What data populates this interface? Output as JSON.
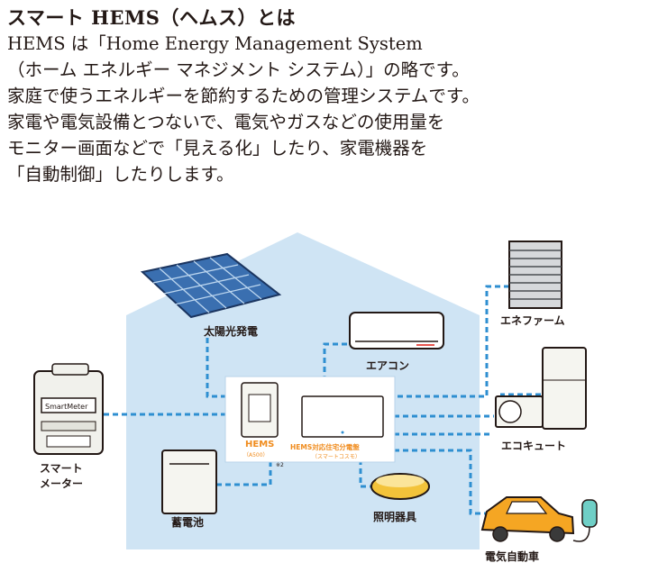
{
  "title": "スマート HEMS（ヘムス）とは",
  "description_lines": [
    "HEMS は「Home Energy Management System",
    "（ホーム エネルギー マネジメント システム）」の略です。",
    "家庭で使うエネルギーを節約するための管理システムです。",
    "家電や電気設備とつないで、電気やガスなどの使用量を",
    "モニター画面などで「見える化」したり、家電機器を",
    "「自動制御」したりします。"
  ],
  "diagram": {
    "labels": {
      "solar": "太陽光発電",
      "aircon": "エアコン",
      "enefarm": "エネファーム",
      "ecocute": "エコキュート",
      "smart_meter_line1": "スマート",
      "smart_meter_line2": "メーター",
      "hems": "HEMS",
      "hems_sub": "（A500）",
      "hems_note": "※2",
      "panel": "HEMS対応住宅分電盤",
      "panel_sub": "（スマートコスモ）",
      "battery": "蓄電池",
      "lighting": "照明器具",
      "ev": "電気自動車",
      "meter_face": "SmartMeter"
    },
    "colors": {
      "house": "#cfe4f4",
      "line": "#2f8fd1",
      "orange_text": "#f08c1e",
      "car": "#f5a623",
      "light": "#f3c33a"
    }
  }
}
